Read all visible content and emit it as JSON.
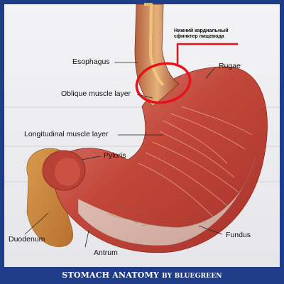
{
  "annotation": {
    "line1": "Нижний кардиальный",
    "line2": "сфинктер  пищевода",
    "color": "#e8101a"
  },
  "labels": {
    "esophagus": "Esophagus",
    "rugae": "Rugae",
    "oblique": "Oblique muscle layer",
    "longitudinal": "Longitudinal muscle layer",
    "pyloris": "Pyloris",
    "duodenum": "Duodenum",
    "antrum": "Antrum",
    "fundus": "Fundus"
  },
  "caption": {
    "title": "STOMACH ANATOMY",
    "by": "BY BLUEGREEN"
  },
  "colors": {
    "frame": "#1e3c88",
    "stomach_red": "#c94a3a",
    "stomach_pink": "#d9a49a",
    "duodenum": "#cc8a3e"
  }
}
